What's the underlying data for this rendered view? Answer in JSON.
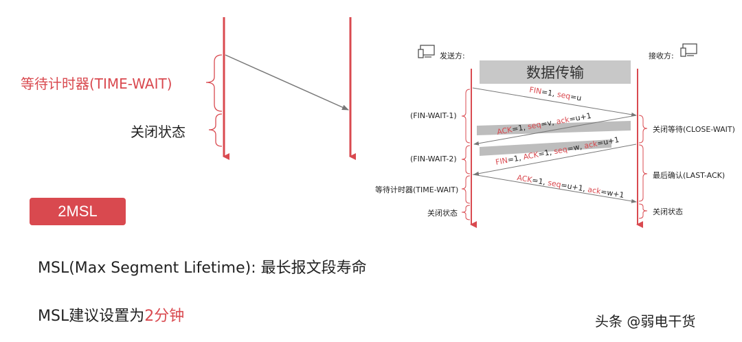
{
  "left_diagram": {
    "time_wait_label": "等待计时器(TIME-WAIT)",
    "closed_label": "关闭状态"
  },
  "badge": {
    "label": "2MSL"
  },
  "text": {
    "msl_definition": "MSL(Max Segment Lifetime): 最长报文段寿命",
    "msl_advice_prefix": "MSL建议设置为",
    "msl_advice_value": "2分钟"
  },
  "right_diagram": {
    "sender_label": "发送方:",
    "receiver_label": "接收方:",
    "banner": "数据传输",
    "fin_wait_1": "(FIN-WAIT-1)",
    "fin_wait_2": "(FIN-WAIT-2)",
    "time_wait": "等待计时器(TIME-WAIT)",
    "sender_closed": "关闭状态",
    "close_wait": "关闭等待(CLOSE-WAIT)",
    "last_ack": "最后确认(LAST-ACK)",
    "receiver_closed": "关闭状态",
    "msg1": [
      "FIN",
      "=1, ",
      "seq",
      "=u"
    ],
    "msg2": [
      "ACK",
      "=1, ",
      "seq",
      "=v, ",
      "ack",
      "=u+1"
    ],
    "msg3": [
      "FIN",
      "=1, ",
      "ACK",
      "=1, ",
      "seq",
      "=w, ",
      "ack",
      "=u+1"
    ],
    "msg4": [
      "ACK",
      "=1, ",
      "seq",
      "=u+1, ",
      "ack",
      "=w+1"
    ]
  },
  "watermark": "头条 @弱电干货",
  "colors": {
    "accent": "#d9494f",
    "arrow_gray": "#777777"
  },
  "icons": [
    "computer-icon",
    "computer-icon"
  ]
}
